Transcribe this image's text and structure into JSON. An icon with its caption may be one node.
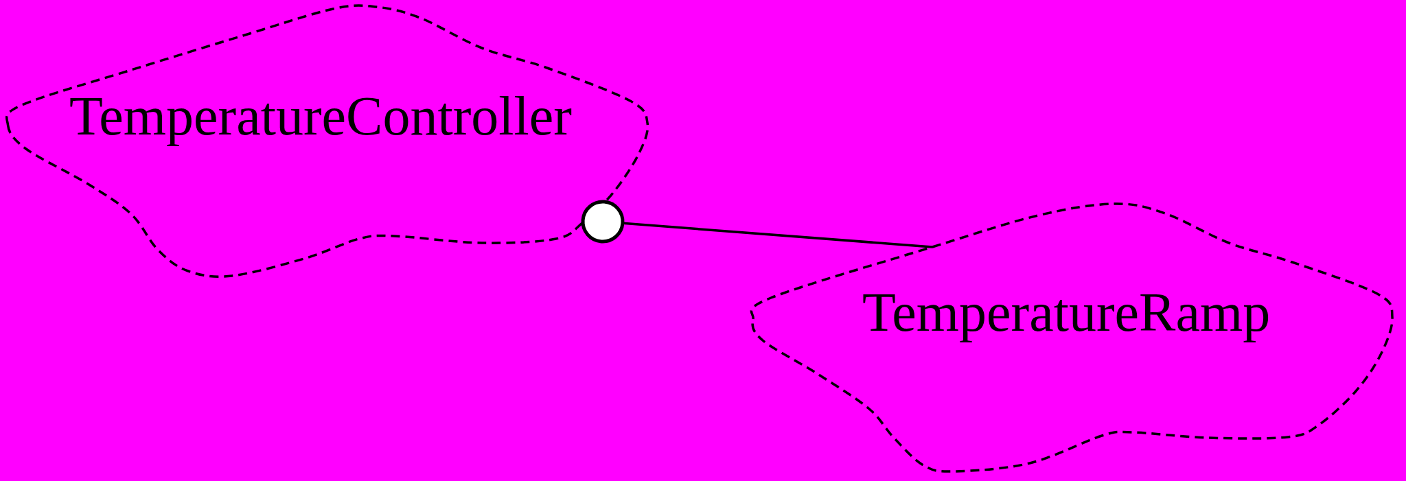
{
  "diagram": {
    "nodes": [
      {
        "text": [
          "TemperatureController"
        ]
      },
      {
        "text": [
          "TemperatureRamp"
        ]
      }
    ],
    "edges": [
      {
        "from": 0,
        "to": 1,
        "arrow": "other"
      }
    ]
  }
}
